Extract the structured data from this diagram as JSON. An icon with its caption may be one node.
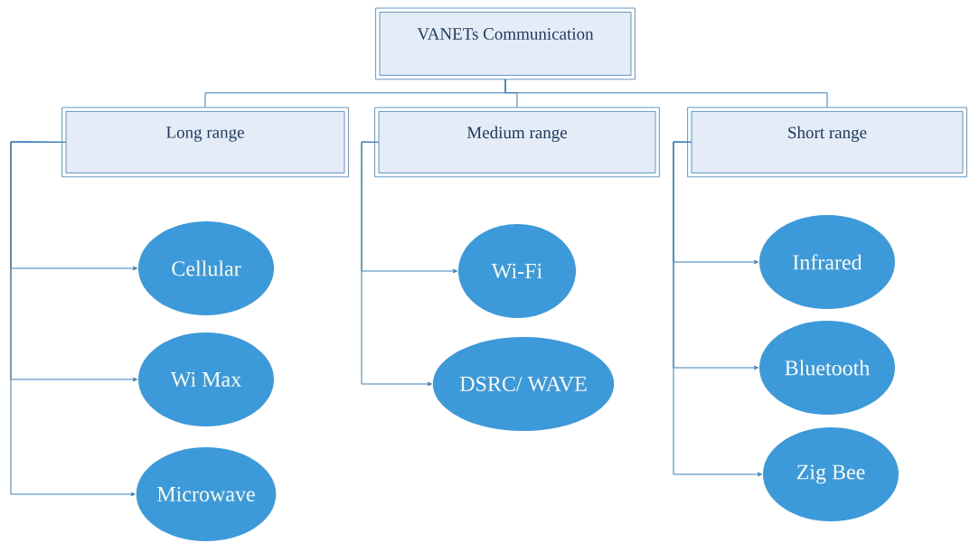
{
  "diagram": {
    "nodes": [
      {
        "text": [
          "VANETs Communication"
        ]
      },
      {
        "text": [
          "Long range"
        ]
      },
      {
        "text": [
          "Medium range"
        ]
      },
      {
        "text": [
          "Short range"
        ]
      },
      {
        "text": [
          "Cellular"
        ]
      },
      {
        "text": [
          "Wi Max"
        ]
      },
      {
        "text": [
          "Microwave"
        ]
      },
      {
        "text": [
          "Wi-Fi"
        ]
      },
      {
        "text": [
          "DSRC/ WAVE"
        ]
      },
      {
        "text": [
          "Infrared"
        ]
      },
      {
        "text": [
          "Bluetooth"
        ]
      },
      {
        "text": [
          "Zig Bee"
        ]
      }
    ],
    "edges": [
      {
        "from": 0,
        "to": 1,
        "arrow": "none"
      },
      {
        "from": 0,
        "to": 2,
        "arrow": "none"
      },
      {
        "from": 0,
        "to": 3,
        "arrow": "none"
      },
      {
        "from": 1,
        "to": 4,
        "arrow": "to"
      },
      {
        "from": 1,
        "to": 5,
        "arrow": "to"
      },
      {
        "from": 1,
        "to": 6,
        "arrow": "to"
      },
      {
        "from": 2,
        "to": 7,
        "arrow": "to"
      },
      {
        "from": 2,
        "to": 8,
        "arrow": "to"
      },
      {
        "from": 3,
        "to": 9,
        "arrow": "to"
      },
      {
        "from": 3,
        "to": 10,
        "arrow": "to"
      },
      {
        "from": 3,
        "to": 11,
        "arrow": "to"
      }
    ]
  }
}
